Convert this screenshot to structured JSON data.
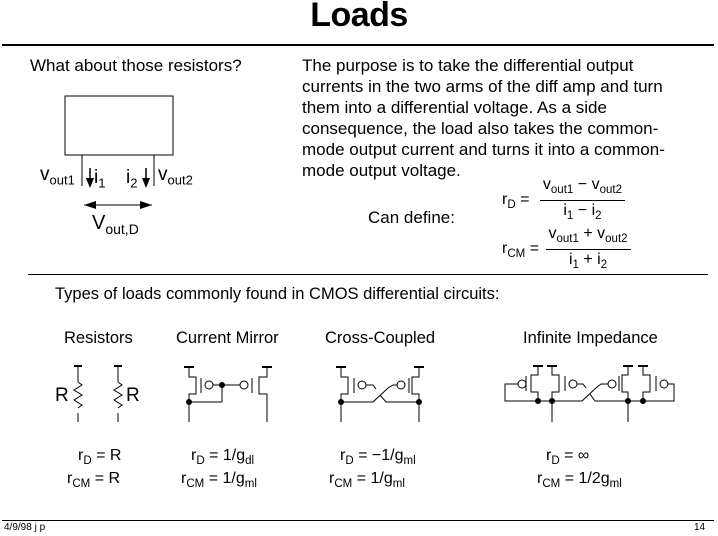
{
  "title": "Loads",
  "left": {
    "question": "What about those resistors?",
    "diagram": {
      "vout1": {
        "main": "v",
        "sub": "out1"
      },
      "vout2": {
        "main": "v",
        "sub": "out2"
      },
      "i1": {
        "main": "i",
        "sub": "1"
      },
      "i2": {
        "main": "i",
        "sub": "2"
      },
      "voutd": {
        "main": "V",
        "sub": "out,D"
      }
    }
  },
  "right": {
    "paragraph_lines": [
      "The purpose is to take the differential output",
      "currents in the two arms of the diff amp and turn",
      "them into a differential voltage.  As a side",
      "consequence, the load also takes the common-",
      "mode output current and turns it into a common-",
      "mode output voltage."
    ],
    "can_define": "Can define:",
    "rd": {
      "lhs_main": "r",
      "lhs_sub": "D",
      "eq": " =",
      "num_a": "v",
      "num_a_sub": "out1",
      "num_op": " − ",
      "num_b": "v",
      "num_b_sub": "out2",
      "den_a": "i",
      "den_a_sub": "1",
      "den_op": " − ",
      "den_b": "i",
      "den_b_sub": "2"
    },
    "rcm": {
      "lhs_main": "r",
      "lhs_sub": "CM",
      "eq": " =",
      "num_a": "v",
      "num_a_sub": "out1",
      "num_op": " + ",
      "num_b": "v",
      "num_b_sub": "out2",
      "den_a": "i",
      "den_a_sub": "1",
      "den_op": " + ",
      "den_b": "i",
      "den_b_sub": "2"
    }
  },
  "types_heading": "Types of loads commonly found in CMOS differential circuits:",
  "load_types": [
    {
      "label": "Resistors",
      "rd": {
        "main": "r",
        "sub": "D",
        "rhs": " = R",
        "rhs_sub": ""
      },
      "rcm": {
        "main": "r",
        "sub": "CM",
        "rhs": " = R",
        "rhs_sub": ""
      },
      "resistor_label": "R"
    },
    {
      "label": "Current Mirror",
      "rd": {
        "main": "r",
        "sub": "D",
        "rhs": " = 1/g",
        "rhs_sub": "dl"
      },
      "rcm": {
        "main": "r",
        "sub": "CM",
        "rhs": " = 1/g",
        "rhs_sub": "ml"
      }
    },
    {
      "label": "Cross-Coupled",
      "rd": {
        "main": "r",
        "sub": "D",
        "rhs": " = −1/g",
        "rhs_sub": "ml"
      },
      "rcm": {
        "main": "r",
        "sub": "CM",
        "rhs": " = 1/g",
        "rhs_sub": "ml"
      }
    },
    {
      "label": "Infinite Impedance",
      "rd": {
        "main": "r",
        "sub": "D",
        "rhs": " = ∞",
        "rhs_sub": ""
      },
      "rcm": {
        "main": "r",
        "sub": "CM",
        "rhs": " = 1/2g",
        "rhs_sub": "ml"
      }
    }
  ],
  "footer": {
    "date_author": "4/9/98  j p",
    "page": "14"
  }
}
